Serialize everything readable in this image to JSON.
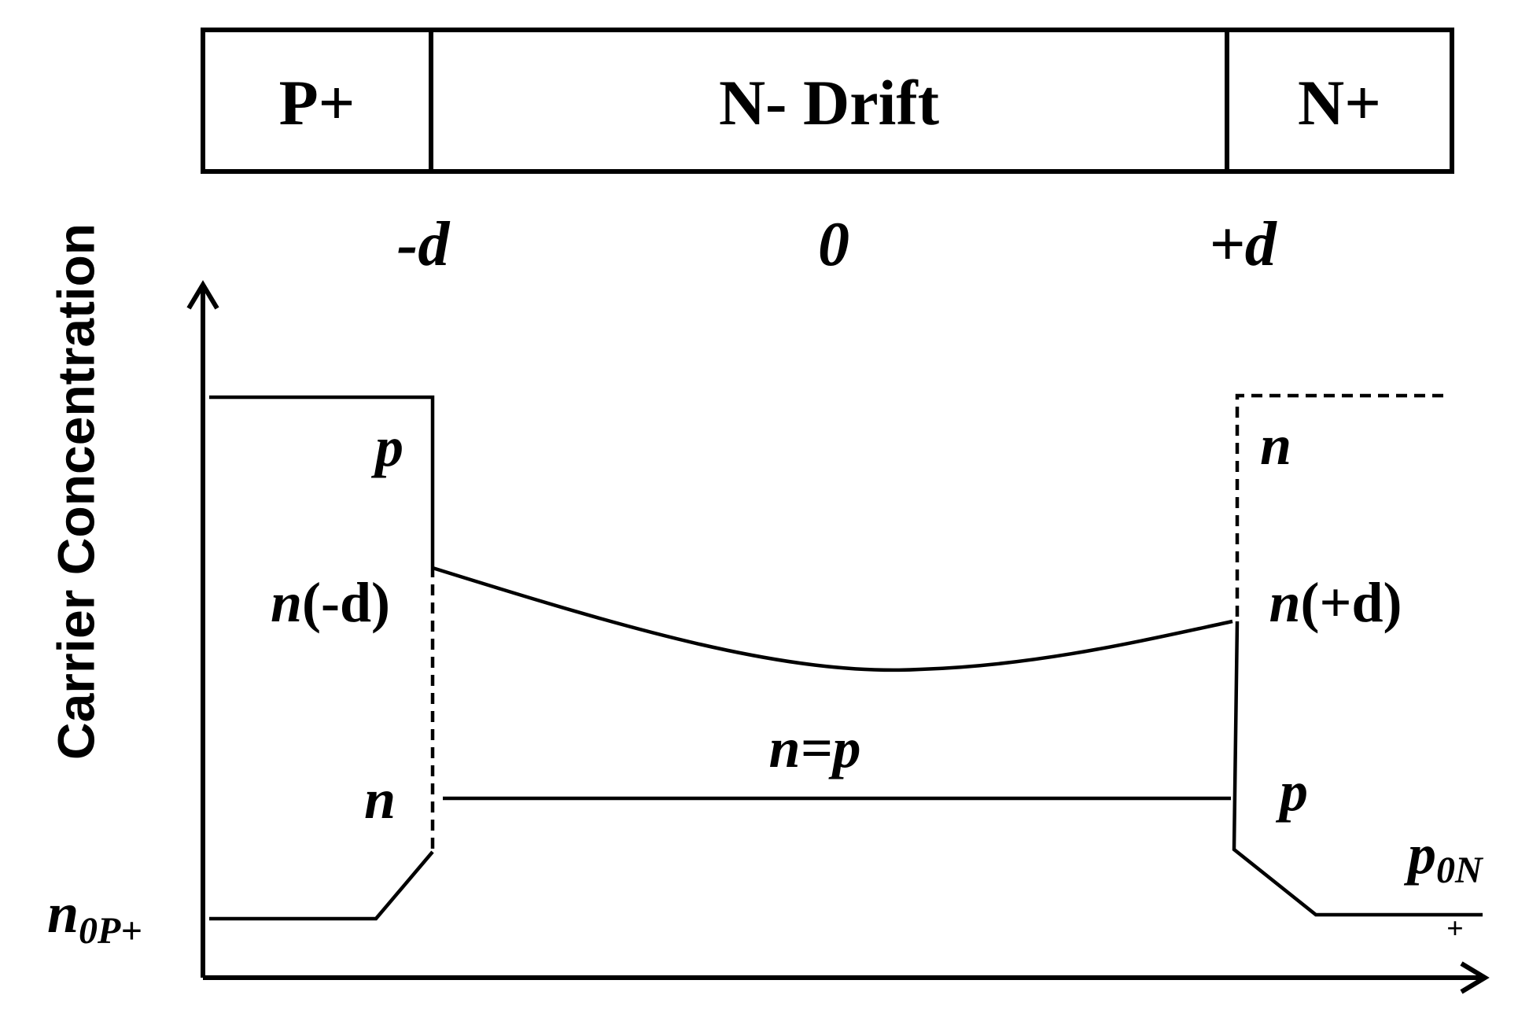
{
  "regions": {
    "p_plus": "P+",
    "drift": "N- Drift",
    "n_plus": "N+"
  },
  "positions": {
    "minus_d": "-d",
    "zero": "0",
    "plus_d": "+d"
  },
  "y_axis_title": "Carrier Concentration",
  "labels": {
    "p_left": "p",
    "n_minus_d_var": "n",
    "n_minus_d_arg": "(-d)",
    "n_left": "n",
    "n0p_main": "n",
    "n0p_sub": "0P+",
    "n_right": "n",
    "n_plus_d_var": "n",
    "n_plus_d_arg": "(+d)",
    "p_right": "p",
    "p0n_main": "p",
    "p0n_sub": "0N",
    "p0n_plus": "+",
    "n_eq_p": "n=p"
  }
}
